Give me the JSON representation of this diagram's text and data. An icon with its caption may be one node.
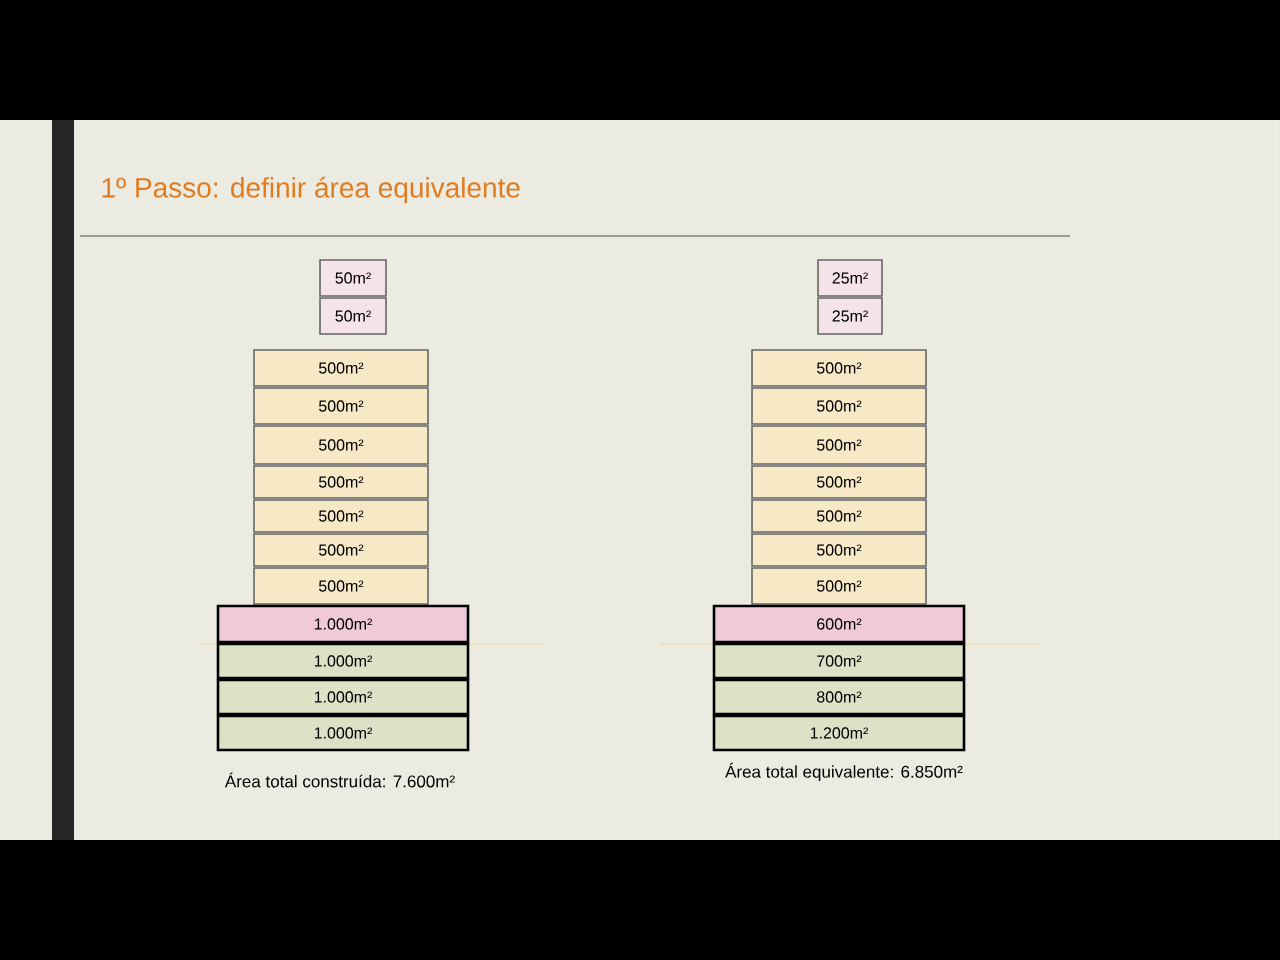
{
  "diagram": {
    "title": "1º Passo: definir área equivalente",
    "nodes": [
      {
        "text": [
          "50m²"
        ]
      },
      {
        "text": [
          "50m²"
        ]
      },
      {
        "text": [
          "500m²"
        ]
      },
      {
        "text": [
          "500m²"
        ]
      },
      {
        "text": [
          "500m²"
        ]
      },
      {
        "text": [
          "500m²"
        ]
      },
      {
        "text": [
          "500m²"
        ]
      },
      {
        "text": [
          "500m²"
        ]
      },
      {
        "text": [
          "500m²"
        ]
      },
      {
        "text": [
          "1.000m²"
        ]
      },
      {
        "text": [
          "1.000m²"
        ]
      },
      {
        "text": [
          "1.000m²"
        ]
      },
      {
        "text": [
          "1.000m²"
        ]
      },
      {
        "text": [
          "25m²"
        ]
      },
      {
        "text": [
          "25m²"
        ]
      },
      {
        "text": [
          "500m²"
        ]
      },
      {
        "text": [
          "500m²"
        ]
      },
      {
        "text": [
          "500m²"
        ]
      },
      {
        "text": [
          "500m²"
        ]
      },
      {
        "text": [
          "500m²"
        ]
      },
      {
        "text": [
          "500m²"
        ]
      },
      {
        "text": [
          "500m²"
        ]
      },
      {
        "text": [
          "600m²"
        ]
      },
      {
        "text": [
          "700m²"
        ]
      },
      {
        "text": [
          "800m²"
        ]
      },
      {
        "text": [
          "1.200m²"
        ]
      }
    ],
    "labels": [
      "Área total construída: 7.600m²",
      "Área total equivalente: 6.850m²"
    ]
  }
}
